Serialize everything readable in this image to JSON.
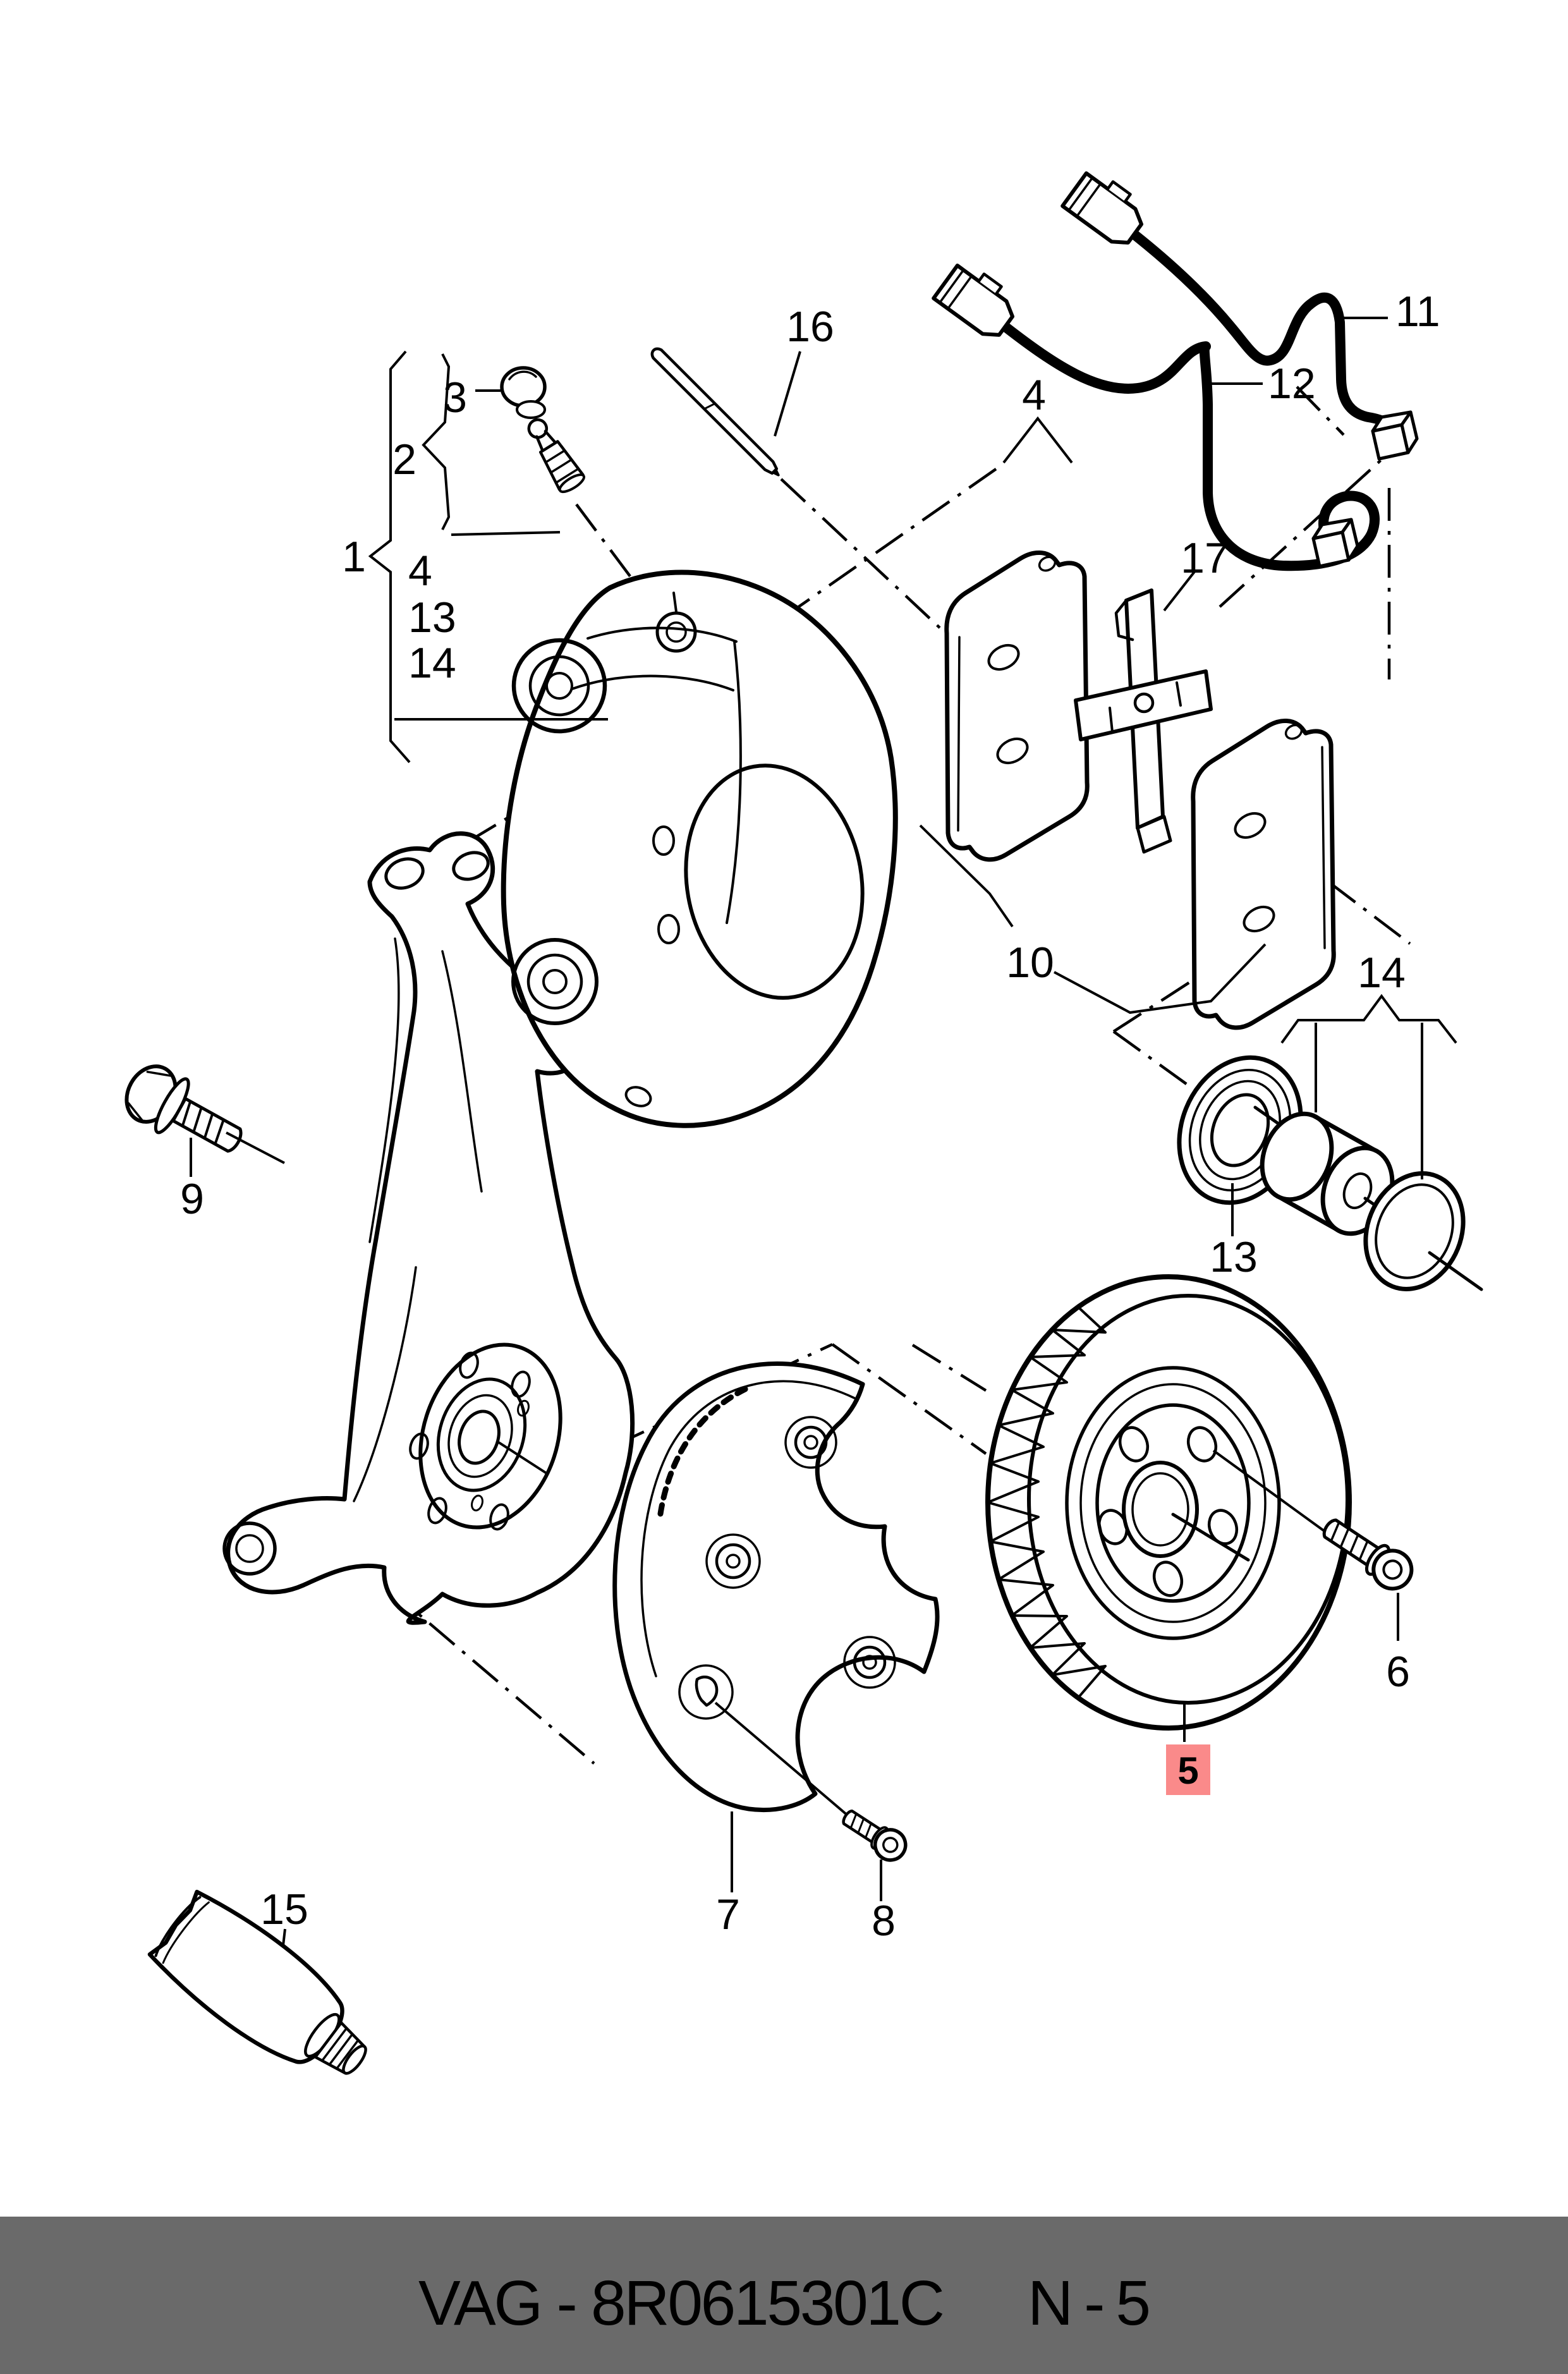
{
  "footer": {
    "catalog_code": "VAG - 8R0615301C",
    "page_ref": "N - 5",
    "bar_color": "#6a6a6a",
    "text_color": "#ffffff"
  },
  "highlighted_callout": {
    "number": "5",
    "box_color": "#fa8a8a",
    "text_color": "#871b21"
  },
  "callouts": {
    "c1": "1",
    "c2": "2",
    "c3": "3",
    "c4": "4",
    "c5": "5",
    "c6": "6",
    "c7": "7",
    "c8": "8",
    "c9": "9",
    "c10": "10",
    "c11": "11",
    "c12": "12",
    "c13": "13",
    "c14": "14",
    "c15": "15",
    "c16": "16",
    "c17": "17"
  },
  "caliper_group_items": [
    "4",
    "13",
    "14"
  ],
  "style": {
    "line_color": "#000000",
    "background": "#ffffff"
  }
}
